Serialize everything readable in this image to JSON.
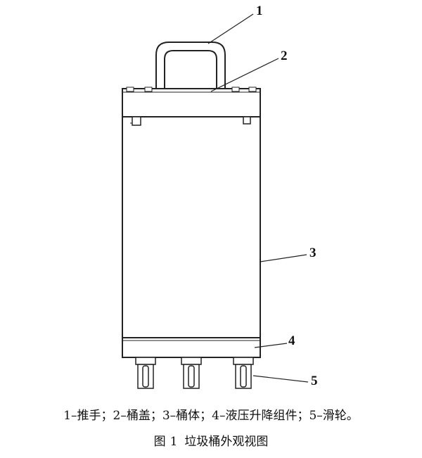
{
  "figure": {
    "part_labels": [
      {
        "num": "1",
        "name": "推手"
      },
      {
        "num": "2",
        "name": "桶盖"
      },
      {
        "num": "3",
        "name": "桶体"
      },
      {
        "num": "4",
        "name": "液压升降组件"
      },
      {
        "num": "5",
        "name": "滑轮"
      }
    ],
    "legend_text": "1–推手；2–桶盖；3–桶体；4–液压升降组件；5–滑轮。",
    "caption": {
      "prefix": "图",
      "number": "1",
      "title": "垃圾桶外观视图"
    }
  }
}
